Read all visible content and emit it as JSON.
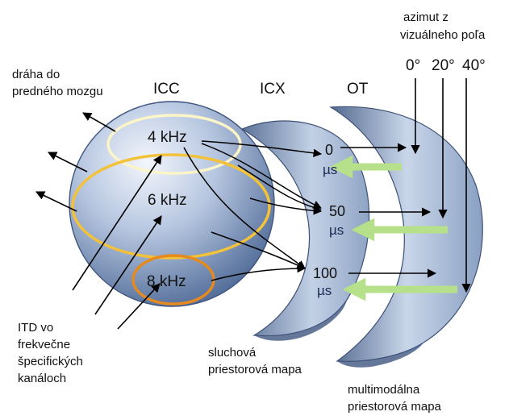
{
  "labels": {
    "forebrain_pathway": [
      "dráha do",
      "predného mozgu"
    ],
    "icc": "ICC",
    "icx": "ICX",
    "ot": "OT",
    "azimuth_title": [
      "azimut z",
      "vizuálneho poľa"
    ],
    "azimuth_values": [
      "0°",
      "20°",
      "40°"
    ],
    "itd_note": [
      "ITD vo",
      "frekvečne",
      "špecifických",
      "kanáloch"
    ],
    "auditory_map": [
      "sluchová",
      "priestorová mapa"
    ],
    "multimodal_map": [
      "multimodálna",
      "priestorová mapa"
    ]
  },
  "frequencies": [
    "4 kHz",
    "6 kHz",
    "8 kHz"
  ],
  "delays": [
    {
      "value": "0",
      "unit": "µs"
    },
    {
      "value": "50",
      "unit": "µs"
    },
    {
      "value": "100",
      "unit": "µs"
    }
  ],
  "colors": {
    "sphere_light": "#dfe8f6",
    "sphere_dark": "#5f7aa6",
    "ring_yellow": "#f2c23a",
    "ring_pale": "#fbf5c8",
    "ring_orange": "#e58a1f",
    "feedback_arrow": "#b6e08a",
    "arrow": "#000000"
  }
}
